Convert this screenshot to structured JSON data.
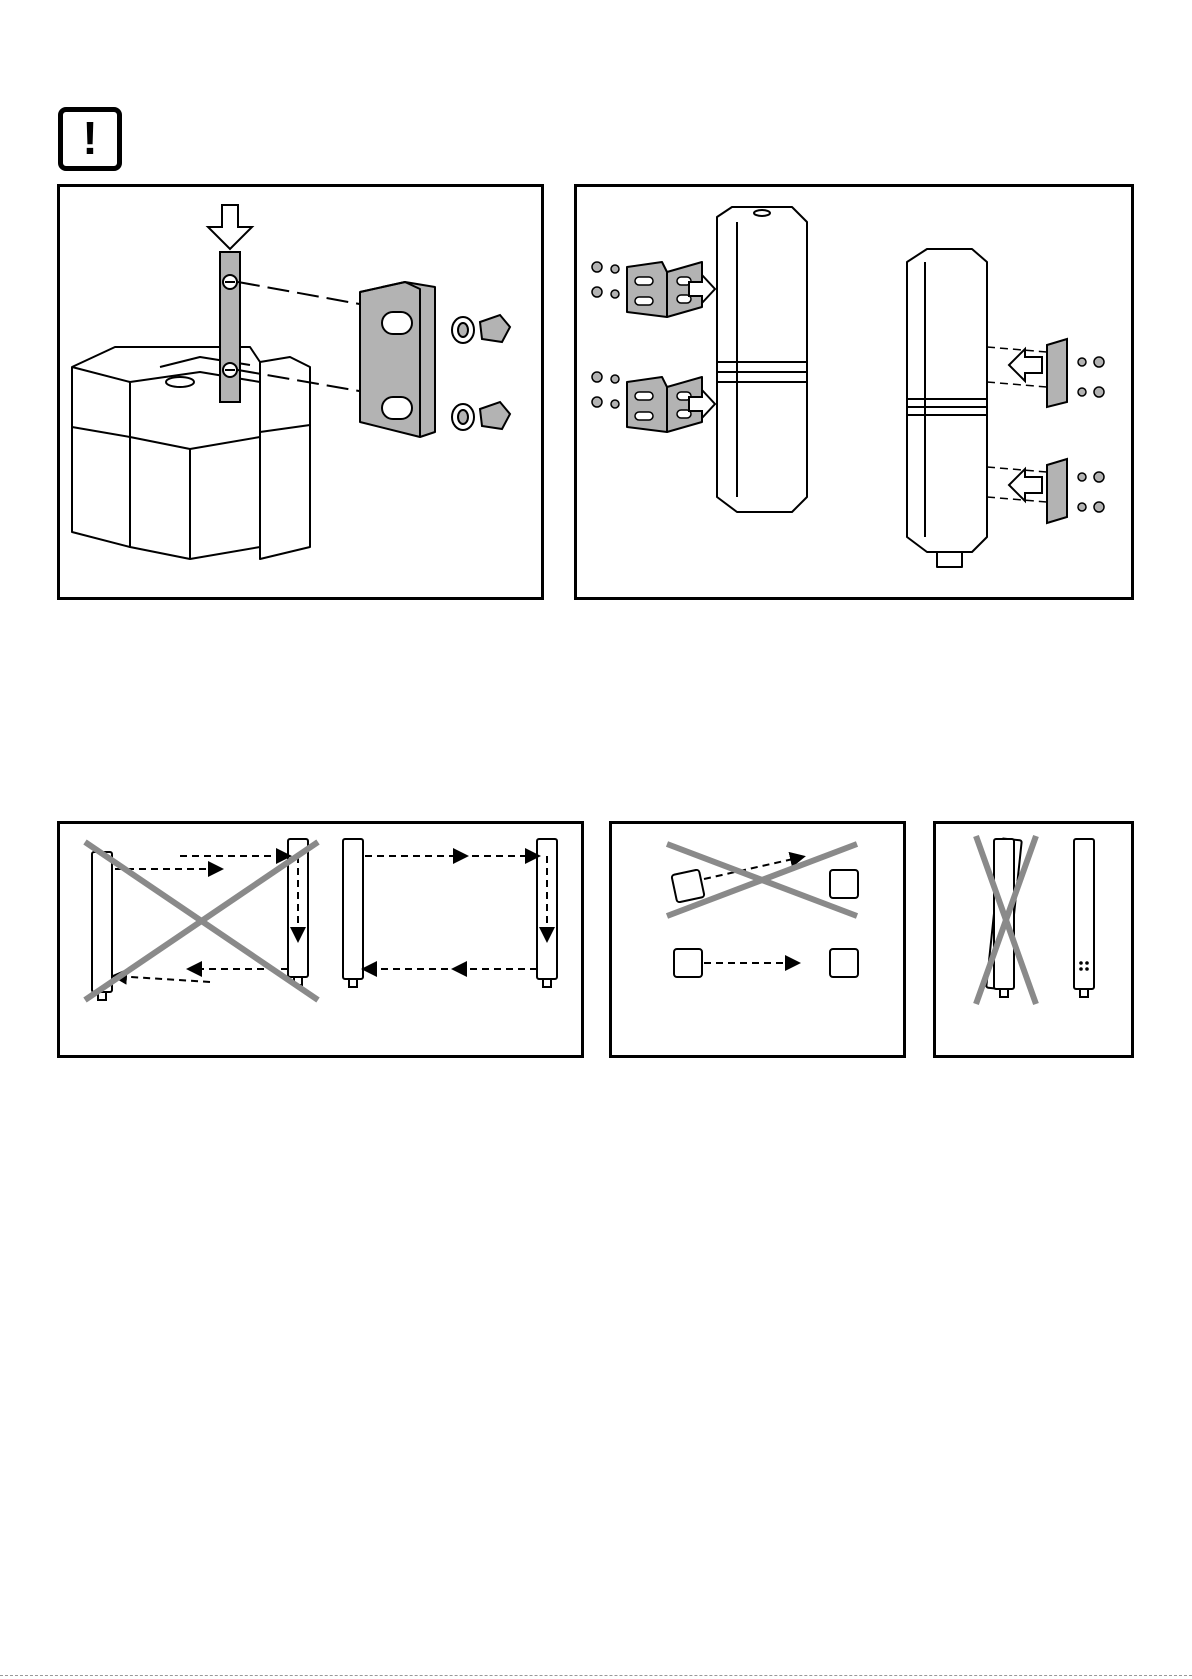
{
  "warning": {
    "symbol": "!"
  },
  "colors": {
    "line": "#000000",
    "bracket_gray": "#b3b3b3",
    "cross_gray": "#8a8a8a",
    "body_fill": "#ffffff"
  },
  "figures": [
    {
      "name": "bracket-mounting-detail",
      "icon": "bracket-icon"
    },
    {
      "name": "bracket-pair-mounting",
      "icon": "bracket-icon"
    },
    {
      "name": "alignment-parallel",
      "icon": "alignment-icon"
    },
    {
      "name": "alignment-rotation",
      "icon": "rotation-icon"
    },
    {
      "name": "alignment-tilt",
      "icon": "tilt-icon"
    }
  ]
}
